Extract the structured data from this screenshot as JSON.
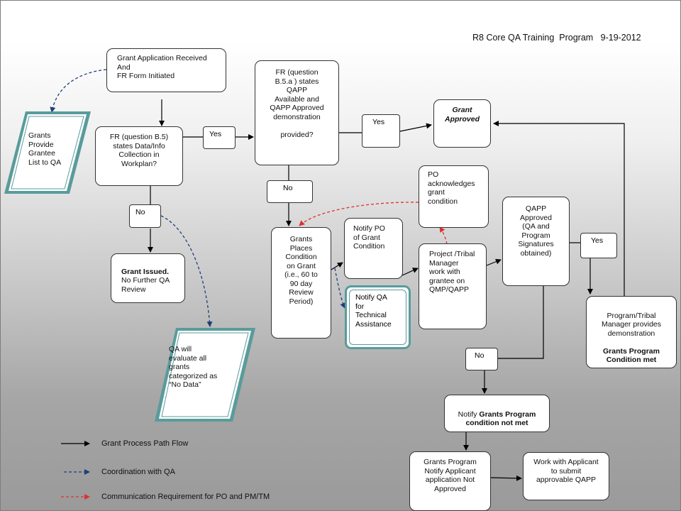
{
  "title": "R8 Core QA Training  Program   9-19-2012",
  "boxes": {
    "grant_application": "Grant Application Received\n And\nFR Form Initiated",
    "fr_b5": "FR (question B.5)\nstates Data/Info\nCollection in\nWorkplan?",
    "fr_b5a": "FR (question\nB.5.a ) states\nQAPP\nAvailable and\nQAPP Approved\ndemonstration\n\nprovided?",
    "grant_approved": "Grant\nApproved",
    "po_acknowledges": "PO\nacknowledges\ngrant\ncondition",
    "grant_issued_bold": "Grant Issued.",
    "grant_issued_rest": "No Further QA\nReview",
    "grants_places": "Grants\nPlaces\nCondition\non Grant\n(i.e., 60 to\n90 day\nReview\nPeriod)",
    "notify_po": "Notify PO\nof Grant\nCondition",
    "notify_qa": "Notify QA\nfor\nTechnical\nAssistance",
    "project_manager": "Project /Tribal\nManager\nwork with\ngrantee on\nQMP/QAPP",
    "qapp_approved": "QAPP\nApproved\n(QA and\nProgram\nSignatures\nobtained)",
    "program_tribal_plain": "Program/Tribal\nManager provides\ndemonstration",
    "program_tribal_bold": "Grants Program\nCondition met",
    "notify_not_met_plain": "Notify ",
    "notify_not_met_bold1": "Grants Program",
    "notify_not_met_bold2": "condition not met",
    "grants_not_approved": "Grants Program\nNotify Applicant\napplication Not\nApproved",
    "work_with_applicant": "Work with Applicant\nto submit\napprovable QAPP"
  },
  "tags": {
    "yes_b5": "Yes",
    "no_b5": "No",
    "yes_b5a": "Yes",
    "no_b5a": "No",
    "yes_qapp": "Yes",
    "no_qapp": "No"
  },
  "parallelograms": {
    "grantee_list": "Grants\nProvide\nGrantee\nList to QA",
    "qa_evaluate": "QA will\nevaluate all\ngrants\ncategorized as\n“No Data”"
  },
  "legend": {
    "solid": "Grant Process Path Flow",
    "blue": "Coordination with QA",
    "red": "Communication Requirement for PO and PM/TM"
  },
  "colors": {
    "flow": "#000000",
    "coordination": "#1f3f7a",
    "communication": "#e03030",
    "parallelogram": "#5a9b9b"
  }
}
